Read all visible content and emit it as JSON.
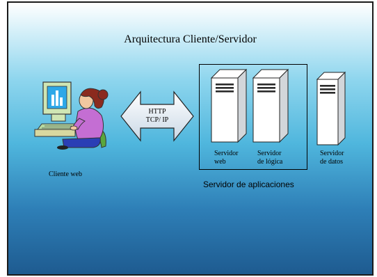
{
  "slide": {
    "title": "Arquitectura Cliente/Servidor",
    "client": {
      "label": "Cliente web",
      "icon": "user-at-computer-icon"
    },
    "arrow": {
      "line1": "HTTP",
      "line2": "TCP/ IP",
      "icon": "double-arrow-icon"
    },
    "app_server_group": {
      "label": "Servidor de aplicaciones",
      "web_server": {
        "line1": "Servidor",
        "line2": "web",
        "icon": "server-tower-icon"
      },
      "logic_server": {
        "line1": "Servidor",
        "line2": "de lógica",
        "icon": "server-tower-icon"
      }
    },
    "data_server": {
      "line1": "Servidor",
      "line2": "de datos",
      "icon": "server-tower-icon"
    }
  }
}
